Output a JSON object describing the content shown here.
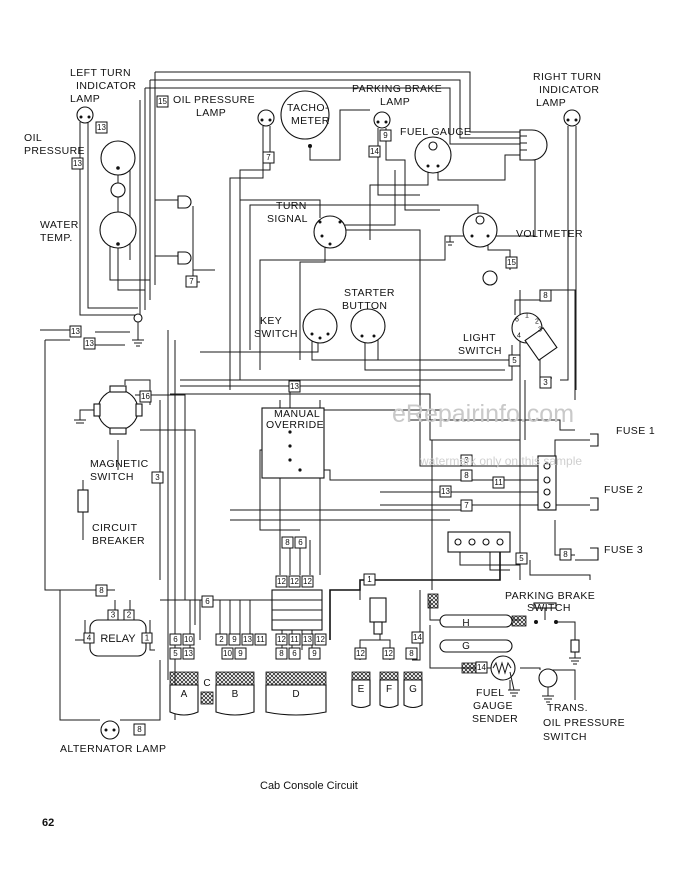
{
  "labels": {
    "left_turn": [
      "LEFT TURN",
      "INDICATOR",
      "LAMP"
    ],
    "oil_pressure_gauge": [
      "OIL",
      "PRESSURE"
    ],
    "water_temp": [
      "WATER",
      "TEMP."
    ],
    "oil_pressure_lamp": [
      "OIL PRESSURE",
      "LAMP"
    ],
    "tachometer": [
      "TACHO-",
      "METER"
    ],
    "parking_brake_lamp": [
      "PARKING BRAKE",
      "LAMP"
    ],
    "fuel_gauge": "FUEL GAUGE",
    "right_turn": [
      "RIGHT TURN",
      "INDICATOR",
      "LAMP"
    ],
    "turn_signal": [
      "TURN",
      "SIGNAL"
    ],
    "voltmeter": "VOLTMETER",
    "key_switch": [
      "KEY",
      "SWITCH"
    ],
    "starter_button": [
      "STARTER",
      "BUTTON"
    ],
    "light_switch": [
      "LIGHT",
      "SWITCH"
    ],
    "manual_override": [
      "MANUAL",
      "OVERRIDE"
    ],
    "magnetic_switch": [
      "MAGNETIC",
      "SWITCH"
    ],
    "circuit_breaker": [
      "CIRCUIT",
      "BREAKER"
    ],
    "fuse1": "FUSE 1",
    "fuse2": "FUSE 2",
    "fuse3": "FUSE 3",
    "parking_brake_switch": [
      "PARKING BRAKE",
      "SWITCH"
    ],
    "relay": "RELAY",
    "fuel_gauge_sender": [
      "FUEL",
      "GAUGE",
      "SENDER"
    ],
    "trans_oil_switch": [
      "TRANS.",
      "OIL PRESSURE",
      "SWITCH"
    ],
    "alternator_lamp": "ALTERNATOR LAMP"
  },
  "connectors": {
    "A": "A",
    "B": "B",
    "C": "C",
    "D": "D",
    "E": "E",
    "F": "F",
    "G": "G",
    "G_line": "G",
    "H_line": "H"
  },
  "wire_numbers": {
    "n15a": "15",
    "n13a": "13",
    "n13b": "13",
    "n7a": "7",
    "n9a": "9",
    "n14a": "14",
    "n7b": "7",
    "n15b": "15",
    "n8a": "8",
    "n13c": "13",
    "n13d": "13",
    "n5a": "5",
    "n13e": "13",
    "n16a": "16",
    "n3a": "3",
    "n3b": "3",
    "n3c": "3",
    "n8b": "8",
    "n11a": "11",
    "n13f": "13",
    "n7c": "7",
    "n8c": "8",
    "n6c": "6",
    "n8d": "8",
    "n5b": "5",
    "n8e": "8",
    "n6a": "6",
    "n1a": "1",
    "n14b": "14",
    "n14c": "14",
    "n8f": "8",
    "r1": "12",
    "r2": "12",
    "r3": "12",
    "t1": "6",
    "t2": "10",
    "t3": "2",
    "t4": "9",
    "t5": "13",
    "t6": "11",
    "b1": "5",
    "b2": "13",
    "b3": "10",
    "b4": "9",
    "b5": "8",
    "b6": "6",
    "b7": "9",
    "d1": "12",
    "d2": "11",
    "d3": "13",
    "d4": "12",
    "e1": "12",
    "f1": "12",
    "g1": "8",
    "relay3": "3",
    "relay2": "2",
    "relay4": "4",
    "relay1": "1"
  },
  "caption": "Cab Console Circuit",
  "page_number": "62",
  "watermark": {
    "main": "eRepairinfo.com",
    "sub": "watermark only on this sample"
  }
}
